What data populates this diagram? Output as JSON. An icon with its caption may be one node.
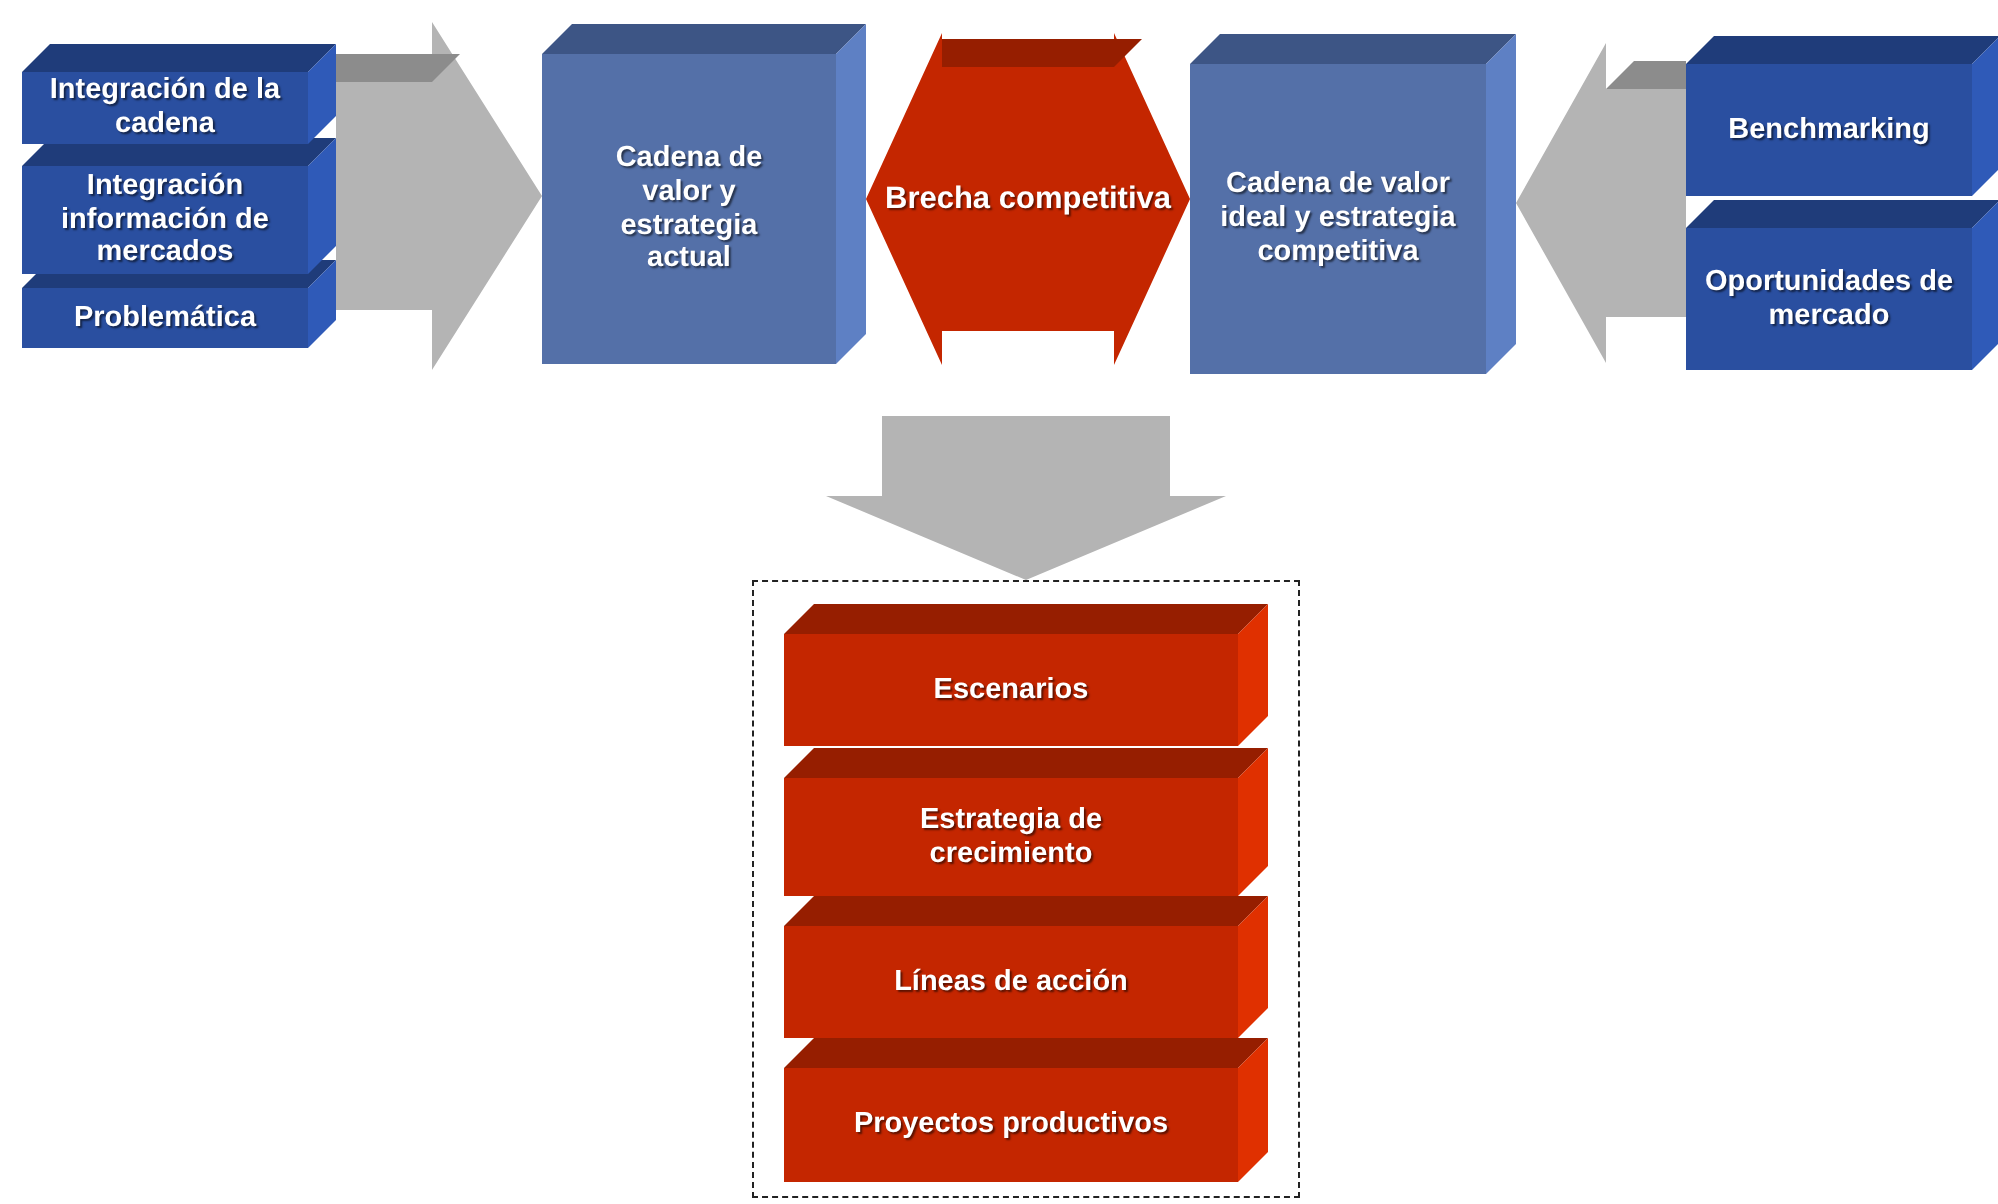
{
  "diagram": {
    "nodes": [
      {
        "text": [
          "Integración de la cadena"
        ]
      },
      {
        "text": [
          "Integración información de mercados"
        ]
      },
      {
        "text": [
          "Problemática"
        ]
      },
      {
        "text": [
          "Cadena de valor y estrategia actual"
        ]
      },
      {
        "text": [
          "Cadena de valor ideal y estrategia competitiva"
        ]
      },
      {
        "text": [
          "Benchmarking"
        ]
      },
      {
        "text": [
          "Oportunidades de mercado"
        ]
      },
      {
        "text": [],
        "shape": "box"
      },
      {
        "text": [
          "Escenarios"
        ],
        "in": 7
      },
      {
        "text": [
          "Estrategia de crecimiento"
        ],
        "in": 7
      },
      {
        "text": [
          "Líneas de acción"
        ],
        "in": 7
      },
      {
        "text": [
          "Proyectos productivos"
        ],
        "in": 7
      }
    ],
    "edges": [
      {
        "from": 0,
        "to": 3,
        "arrow": "to"
      },
      {
        "from": 1,
        "to": 3,
        "arrow": "to"
      },
      {
        "from": 2,
        "to": 3,
        "arrow": "to"
      },
      {
        "from": 3,
        "to": 4,
        "arrow": "both",
        "label": "Brecha competitiva",
        "color": "#c42600"
      },
      {
        "from": 5,
        "to": 4,
        "arrow": "to"
      },
      {
        "from": 6,
        "to": 4,
        "arrow": "to"
      },
      {
        "from": null,
        "to": 7,
        "arrow": "to"
      }
    ]
  }
}
